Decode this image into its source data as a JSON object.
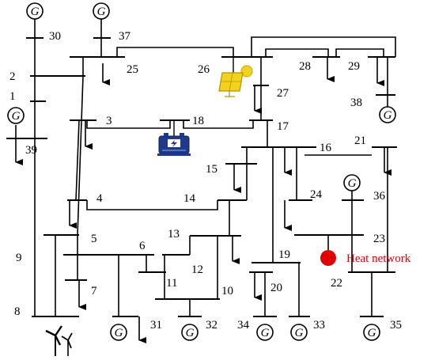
{
  "diagram": {
    "generator_symbol": "G",
    "buses": [
      {
        "id": "b1",
        "label": "1"
      },
      {
        "id": "b2",
        "label": "2"
      },
      {
        "id": "b3",
        "label": "3"
      },
      {
        "id": "b4",
        "label": "4"
      },
      {
        "id": "b5",
        "label": "5"
      },
      {
        "id": "b6",
        "label": "6"
      },
      {
        "id": "b7",
        "label": "7"
      },
      {
        "id": "b8",
        "label": "8"
      },
      {
        "id": "b9",
        "label": "9"
      },
      {
        "id": "b10",
        "label": "10"
      },
      {
        "id": "b11",
        "label": "11"
      },
      {
        "id": "b12",
        "label": "12"
      },
      {
        "id": "b13",
        "label": "13"
      },
      {
        "id": "b14",
        "label": "14"
      },
      {
        "id": "b15",
        "label": "15"
      },
      {
        "id": "b16",
        "label": "16"
      },
      {
        "id": "b17",
        "label": "17"
      },
      {
        "id": "b18",
        "label": "18"
      },
      {
        "id": "b19",
        "label": "19"
      },
      {
        "id": "b20",
        "label": "20"
      },
      {
        "id": "b21",
        "label": "21"
      },
      {
        "id": "b22",
        "label": "22"
      },
      {
        "id": "b23",
        "label": "23"
      },
      {
        "id": "b24",
        "label": "24"
      },
      {
        "id": "b25",
        "label": "25"
      },
      {
        "id": "b26",
        "label": "26"
      },
      {
        "id": "b27",
        "label": "27"
      },
      {
        "id": "b28",
        "label": "28"
      },
      {
        "id": "b29",
        "label": "29"
      },
      {
        "id": "b30",
        "label": "30"
      },
      {
        "id": "b31",
        "label": "31"
      },
      {
        "id": "b32",
        "label": "32"
      },
      {
        "id": "b33",
        "label": "33"
      },
      {
        "id": "b34",
        "label": "34"
      },
      {
        "id": "b35",
        "label": "35"
      },
      {
        "id": "b36",
        "label": "36"
      },
      {
        "id": "b37",
        "label": "37"
      },
      {
        "id": "b38",
        "label": "38"
      },
      {
        "id": "b39",
        "label": "39"
      }
    ],
    "heat_network": {
      "label": "Heat network",
      "color": "#e00000"
    },
    "colors": {
      "line": "#000000",
      "pv": "#f2d21b",
      "battery": "#1f3a8a",
      "heat": "#e00000"
    },
    "icons": [
      "generator-icon",
      "load-arrow-icon",
      "solar-panel-icon",
      "battery-storage-icon",
      "wind-turbine-icon"
    ]
  }
}
